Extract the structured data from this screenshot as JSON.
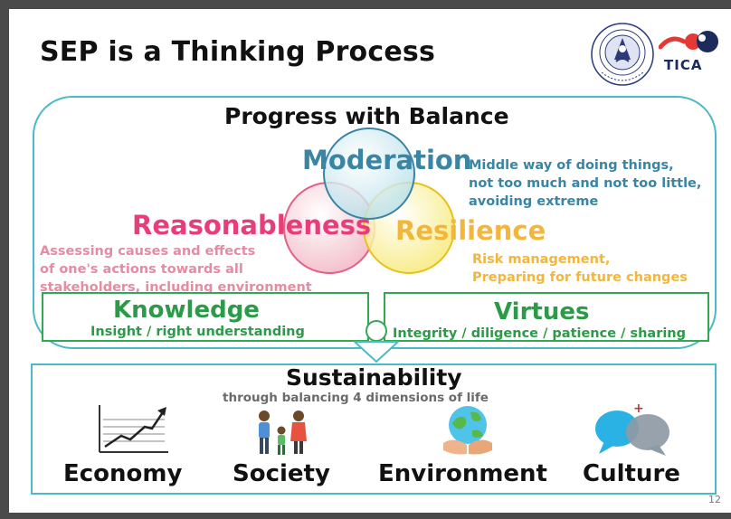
{
  "slide": {
    "title": "SEP is a Thinking Process",
    "page_number": "12"
  },
  "logos": {
    "seal_icon": "ministry-seal-icon",
    "tica_icon": "tica-logo-icon",
    "tica_text": "TICA"
  },
  "upper": {
    "heading": "Progress with Balance",
    "moderation": {
      "title": "Moderation",
      "desc": [
        "Middle way of doing things,",
        "not too much and not too little,",
        "avoiding extreme"
      ]
    },
    "reasonableness": {
      "title": "Reasonableness",
      "desc": [
        "Assessing causes and effects",
        "of one's actions towards all",
        "stakeholders, including environment"
      ]
    },
    "resilience": {
      "title": "Resilience",
      "desc": [
        "Risk management,",
        "Preparing for future changes"
      ]
    },
    "knowledge": {
      "title": "Knowledge",
      "sub": "Insight / right understanding"
    },
    "virtues": {
      "title": "Virtues",
      "sub": "Integrity / diligence / patience / sharing"
    }
  },
  "lower": {
    "heading": "Sustainability",
    "subheading": "through balancing 4 dimensions of life",
    "dimensions": [
      {
        "label": "Economy",
        "icon": "growth-chart-icon"
      },
      {
        "label": "Society",
        "icon": "family-icon"
      },
      {
        "label": "Environment",
        "icon": "earth-in-hands-icon"
      },
      {
        "label": "Culture",
        "icon": "speech-bubbles-icon"
      }
    ]
  },
  "colors": {
    "moderation": "#3a84a4",
    "reasonableness": "#e83d7a",
    "resilience": "#f3b63c",
    "knowledge_virtues": "#2c9a48",
    "frame": "#4bbac6"
  }
}
